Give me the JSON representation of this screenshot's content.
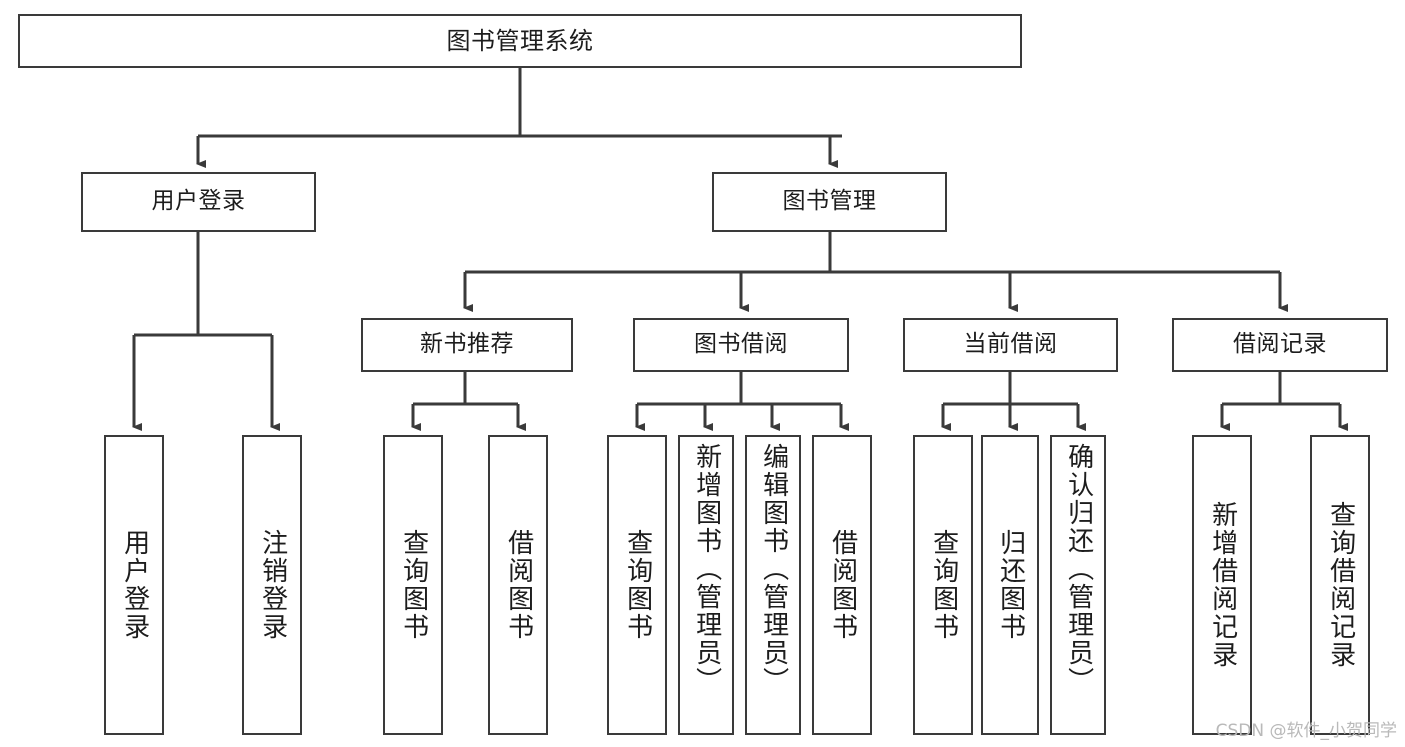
{
  "diagram": {
    "type": "tree",
    "title": "图书管理系统",
    "watermark": "CSDN @软件_小贺同学",
    "colors": {
      "box_border": "#3a3a3a",
      "box_fill": "#ffffff",
      "edge": "#3a3a3a",
      "text": "#1d1d1d",
      "watermark": "#b9b9b9"
    },
    "root": {
      "label": "图书管理系统"
    },
    "level2": [
      {
        "label": "用户登录"
      },
      {
        "label": "图书管理"
      }
    ],
    "level3": [
      {
        "label": "新书推荐"
      },
      {
        "label": "图书借阅"
      },
      {
        "label": "当前借阅"
      },
      {
        "label": "借阅记录"
      }
    ],
    "leaves": {
      "user_login": [
        {
          "label": "用户登录"
        },
        {
          "label": "注销登录"
        }
      ],
      "new_book_recommend": [
        {
          "label": "查询图书"
        },
        {
          "label": "借阅图书"
        }
      ],
      "book_borrow": [
        {
          "label": "查询图书"
        },
        {
          "label": "新增图书（管理员）"
        },
        {
          "label": "编辑图书（管理员）"
        },
        {
          "label": "借阅图书"
        }
      ],
      "current_borrow": [
        {
          "label": "查询图书"
        },
        {
          "label": "归还图书"
        },
        {
          "label": "确认归还（管理员）"
        }
      ],
      "borrow_record": [
        {
          "label": "新增借阅记录"
        },
        {
          "label": "查询借阅记录"
        }
      ]
    }
  }
}
